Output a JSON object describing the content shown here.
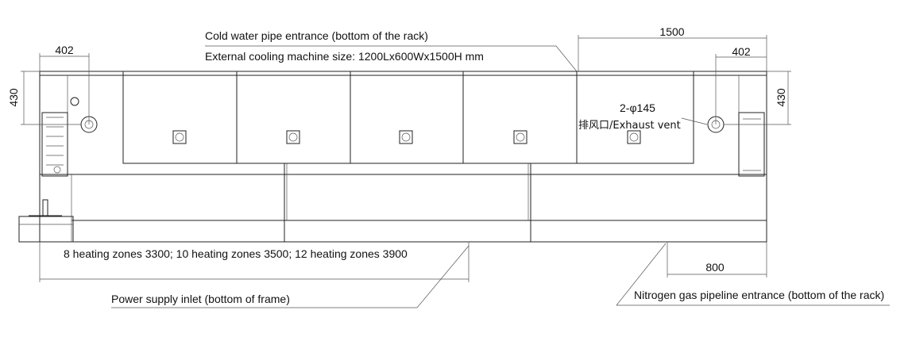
{
  "labels": {
    "cold_water": "Cold water pipe entrance (bottom of the rack)",
    "cooling_size": "External cooling machine size: 1200Lx600Wx1500H mm",
    "exhaust_count": "2-φ145",
    "exhaust_vent": "排风口/Exhaust vent",
    "heating_zones": "8 heating zones 3300; 10 heating zones 3500; 12 heating zones 3900",
    "power_inlet": "Power supply inlet (bottom of frame)",
    "nitrogen": "Nitrogen gas pipeline entrance (bottom of the rack)"
  },
  "dimensions": {
    "top_left_width": "402",
    "top_right_width": "402",
    "top_right_span": "1500",
    "left_height": "430",
    "right_height": "430",
    "bottom_right_span": "800"
  }
}
